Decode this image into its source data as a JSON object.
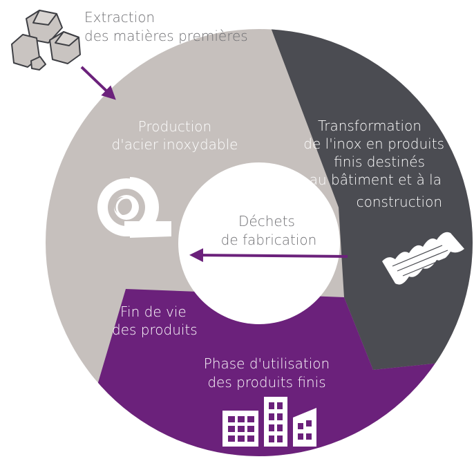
{
  "colors": {
    "production": "#c6c0bd",
    "transformation": "#4b4c52",
    "use_phase": "#6b217b",
    "arrow": "#6b217b",
    "label_light": "#ffffff",
    "label_dark": "#6f6f73",
    "rock_fill": "#c9c4c1",
    "rock_stroke": "#3e3f44"
  },
  "extraction": {
    "line1": "Extraction",
    "line2": "des matières premières"
  },
  "stages": {
    "production": {
      "line1": "Production",
      "line2": "d'acier inoxydable",
      "icon": "steel-coil-icon"
    },
    "transformation": {
      "line1": "Transformation",
      "line2": "de l'inox en produits",
      "line3": "finis destinés",
      "line4": "au bâtiment et à la",
      "line5": "construction",
      "icon": "corrugated-sheet-icon"
    },
    "use_phase": {
      "line1": "Phase d'utilisation",
      "line2": "des produits finis",
      "icon": "buildings-icon"
    },
    "end_of_life": {
      "line1": "Fin de vie",
      "line2": "des produits"
    }
  },
  "center": {
    "line1": "Déchets",
    "line2": "de fabrication"
  }
}
